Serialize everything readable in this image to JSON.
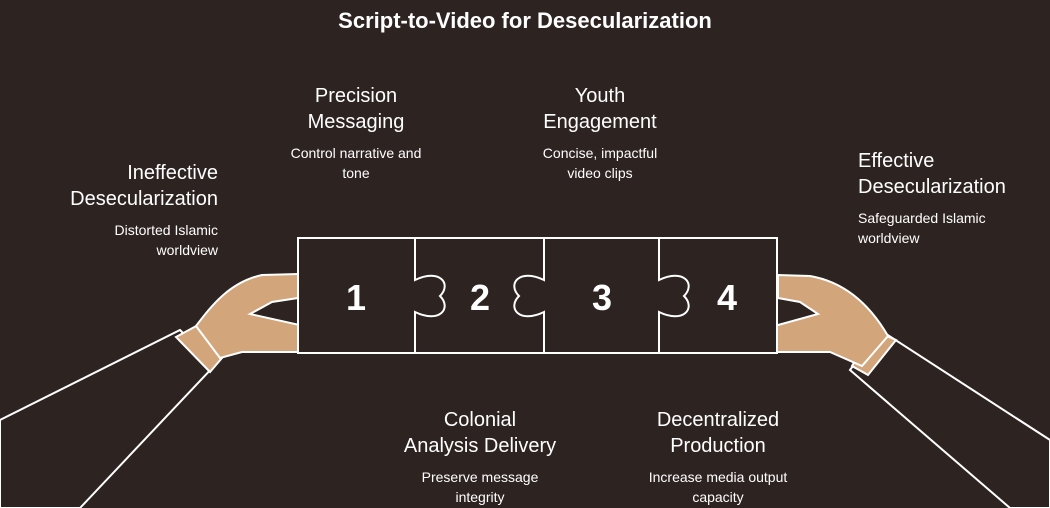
{
  "title": "Script-to-Video for Desecularization",
  "left_state": {
    "head_l1": "Ineffective",
    "head_l2": "Desecularization",
    "desc_l1": "Distorted Islamic",
    "desc_l2": "worldview"
  },
  "right_state": {
    "head_l1": "Effective",
    "head_l2": "Desecularization",
    "desc_l1": "Safeguarded Islamic",
    "desc_l2": "worldview"
  },
  "pieces": [
    {
      "number": "1",
      "head_l1": "Precision",
      "head_l2": "Messaging",
      "desc_l1": "Control narrative and",
      "desc_l2": "tone"
    },
    {
      "number": "2",
      "head_l1": "Colonial",
      "head_l2": "Analysis Delivery",
      "desc_l1": "Preserve message",
      "desc_l2": "integrity"
    },
    {
      "number": "3",
      "head_l1": "Youth",
      "head_l2": "Engagement",
      "desc_l1": "Concise, impactful",
      "desc_l2": "video clips"
    },
    {
      "number": "4",
      "head_l1": "Decentralized",
      "head_l2": "Production",
      "desc_l1": "Increase media output",
      "desc_l2": "capacity"
    }
  ],
  "colors": {
    "background": "#2d2321",
    "stroke": "#ffffff",
    "skin": "#d2a57b",
    "text": "#ffffff"
  }
}
